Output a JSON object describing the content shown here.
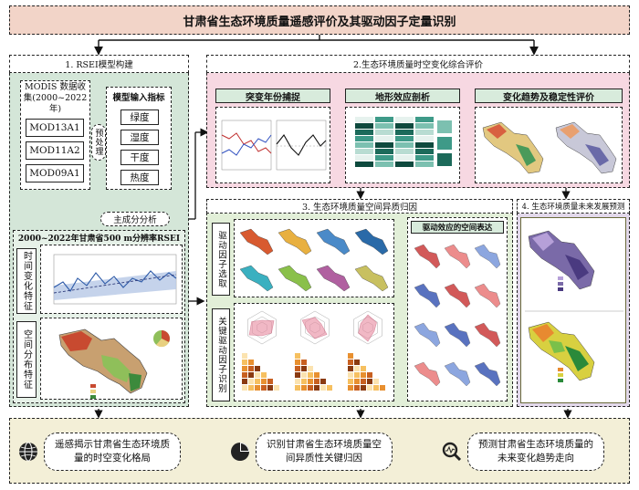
{
  "title": "甘肃省生态环境质量遥感评价及其驱动因子定量识别",
  "section1": {
    "title": "1. RSEI模型构建",
    "modis_label": "MODIS 数据收集(2000~2022年)",
    "products": [
      "MOD13A1",
      "MOD11A2",
      "MOD09A1"
    ],
    "preprocess": "预处理",
    "indicators_title": "模型输入指标",
    "indicators": [
      "绿度",
      "湿度",
      "干度",
      "热度"
    ],
    "pca": "主成分分析",
    "rsei_title": "2000~2022年甘肃省500 m分辨率RSEI",
    "temporal": "时间变化特征",
    "spatial": "空间分布特征"
  },
  "section2": {
    "title": "2.生态环境质量时空变化综合评价",
    "sub": [
      "突变年份捕捉",
      "地形效应剖析",
      "变化趋势及稳定性评价"
    ]
  },
  "section3": {
    "title": "3. 生态环境质量空间异质归因",
    "factor_select": "驱动因子选取",
    "key_factor": "关键驱动因子识别",
    "spatial_expr": "驱动效应的空间表达"
  },
  "section4": {
    "title": "4. 生态环境质量未来发展预测"
  },
  "outcomes": [
    {
      "icon": "globe-icon",
      "text": "遥感揭示甘肃省生态环境质量的时空变化格局"
    },
    {
      "icon": "pie-icon",
      "text": "识别甘肃省生态环境质量空间异质性关键归因"
    },
    {
      "icon": "magnifier-icon",
      "text": "预测甘肃省生态环境质量的未来变化趋势走向"
    }
  ],
  "colors": {
    "title_bg": "#f2d4c8",
    "sec1_bg": "#d4e6d8",
    "sec2_bg": "#f7d8e2",
    "sec3_bg": "#e2efd8",
    "sec4_bg": "#e2d8ea",
    "bottom_bg": "#f3efd7",
    "header_bg": "#d8ebdc"
  }
}
